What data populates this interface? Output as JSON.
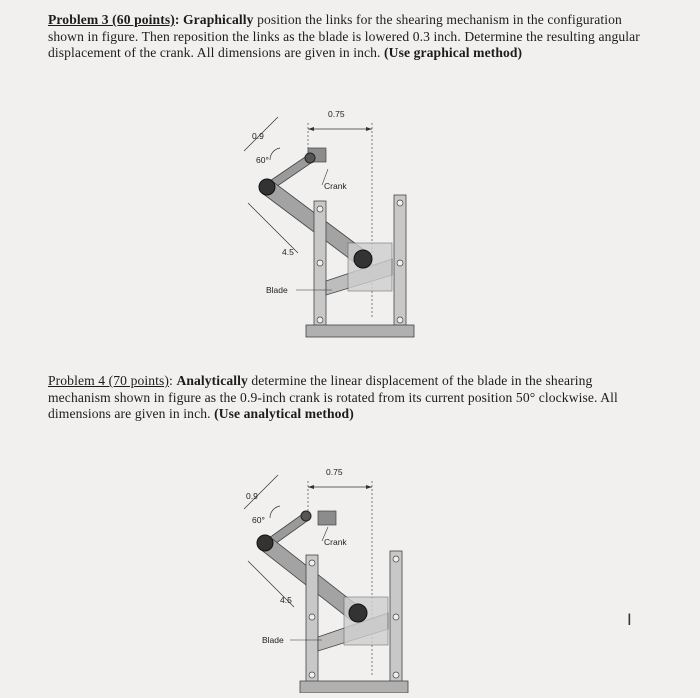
{
  "problem3": {
    "heading": "Problem 3 (60 points)",
    "colon": ": ",
    "method_word": "Graphically",
    "body": " position the links for the shearing mechanism in the configuration shown in figure. Then reposition the links as the blade is lowered 0.3 inch. Determine the resulting angular displacement of the crank. All dimensions are given in inch. ",
    "method_note": "(Use graphical method)"
  },
  "problem4": {
    "heading": "Problem 4 (70 points)",
    "colon": ": ",
    "method_word": "Analytically",
    "body": " determine the linear displacement of the blade in the shearing mechanism shown in figure as the 0.9-inch crank is rotated from its current position 50° clockwise. All dimensions are given in inch. ",
    "method_note": "(Use analytical method)"
  },
  "figure": {
    "dim_top": "0.75",
    "dim_crank_len": "0.9",
    "angle": "60°",
    "dim_link": "4.5",
    "crank_label": "Crank",
    "blade_label": "Blade"
  },
  "cursor_icon": "text-cursor-icon"
}
